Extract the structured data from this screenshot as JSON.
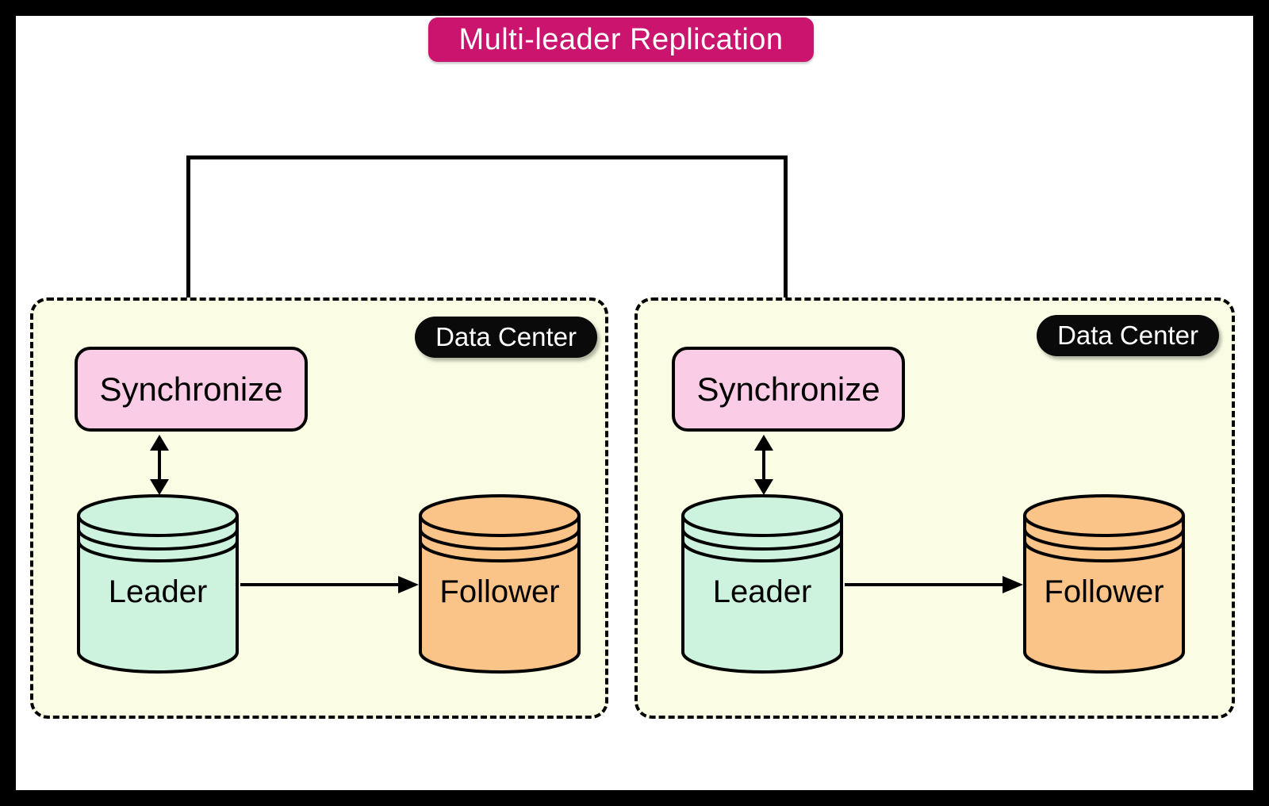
{
  "title": {
    "label": "Multi-leader Replication"
  },
  "colors": {
    "frame": "#000000",
    "canvas": "#ffffff",
    "badge_bg": "#cb146e",
    "badge_text": "#ffffff",
    "panel_bg": "#fafde4",
    "panel_border": "#000000",
    "pill_bg": "#0a0a0a",
    "pill_text": "#ffffff",
    "sync_bg": "#fbcce6",
    "leader_bg": "#cdf2dd",
    "follower_bg": "#fac388",
    "stroke": "#000000"
  },
  "data_centers": [
    {
      "badge": "Data Center",
      "sync": "Synchronize",
      "leader": "Leader",
      "follower": "Follower"
    },
    {
      "badge": "Data Center",
      "sync": "Synchronize",
      "leader": "Leader",
      "follower": "Follower"
    }
  ],
  "connections": [
    {
      "from": "synchronize-1",
      "to": "synchronize-2",
      "route": "elbow-top",
      "arrowheads": "down-into-both"
    },
    {
      "from": "synchronize-1",
      "to": "leader-1",
      "route": "vertical",
      "arrowheads": "both"
    },
    {
      "from": "leader-1",
      "to": "follower-1",
      "route": "horizontal",
      "arrowheads": "end"
    },
    {
      "from": "synchronize-2",
      "to": "leader-2",
      "route": "vertical",
      "arrowheads": "both"
    },
    {
      "from": "leader-2",
      "to": "follower-2",
      "route": "horizontal",
      "arrowheads": "end"
    }
  ]
}
